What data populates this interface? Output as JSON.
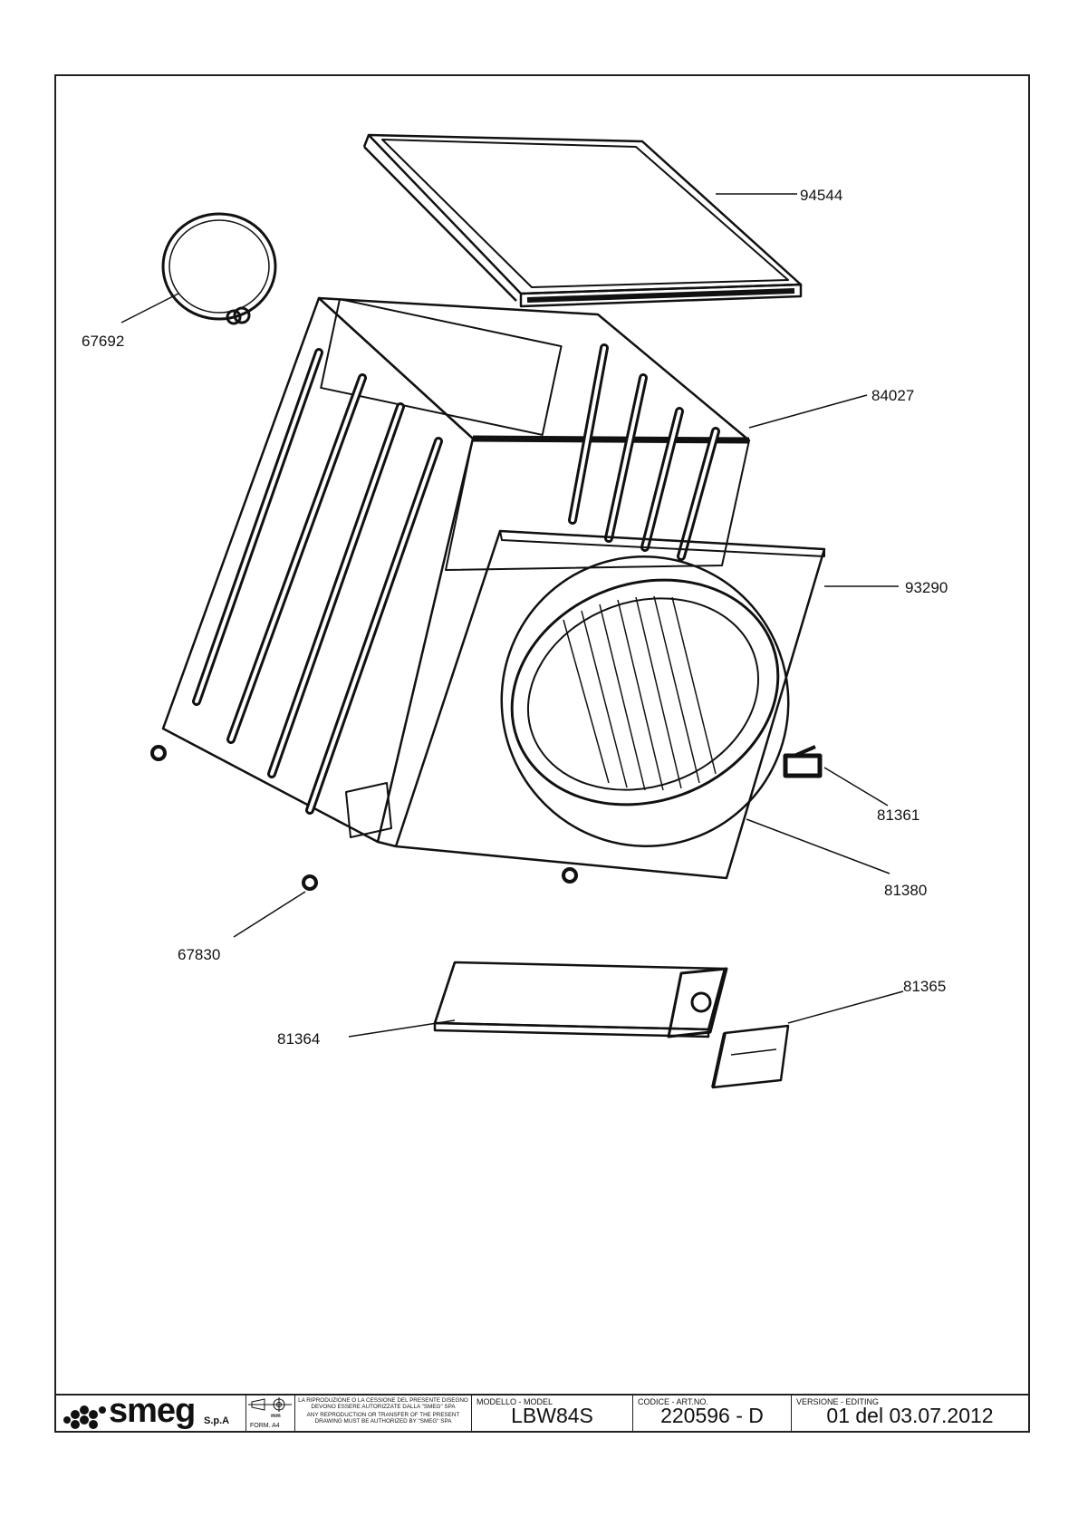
{
  "callouts": [
    {
      "id": "p94544",
      "text": "94544"
    },
    {
      "id": "p67692",
      "text": "67692"
    },
    {
      "id": "p84027",
      "text": "84027"
    },
    {
      "id": "p93290",
      "text": "93290"
    },
    {
      "id": "p81361",
      "text": "81361"
    },
    {
      "id": "p81380",
      "text": "81380"
    },
    {
      "id": "p67830",
      "text": "67830"
    },
    {
      "id": "p81365",
      "text": "81365"
    },
    {
      "id": "p81364",
      "text": "81364"
    }
  ],
  "title_block": {
    "brand": "smeg",
    "brand_suffix": "S.p.A",
    "unit": "mm",
    "format": "FORM. A4",
    "notice_it": "LA RIPRODUZIONE O LA CESSIONE DEL PRESENTE DISEGNO DEVONO ESSERE AUTORIZZATE DALLA \"SMEG\" SPA",
    "notice_en": "ANY REPRODUCTION OR TRANSFER OF THE PRESENT DRAWING MUST BE AUTHORIZED BY \"SMEG\" SPA",
    "model_caption": "MODELLO - MODEL",
    "model_value": "LBW84S",
    "code_caption": "CODICE - ART.NO.",
    "code_value": "220596 - D",
    "version_caption": "VERSIONE - EDITING",
    "version_value": "01 del 03.07.2012"
  }
}
